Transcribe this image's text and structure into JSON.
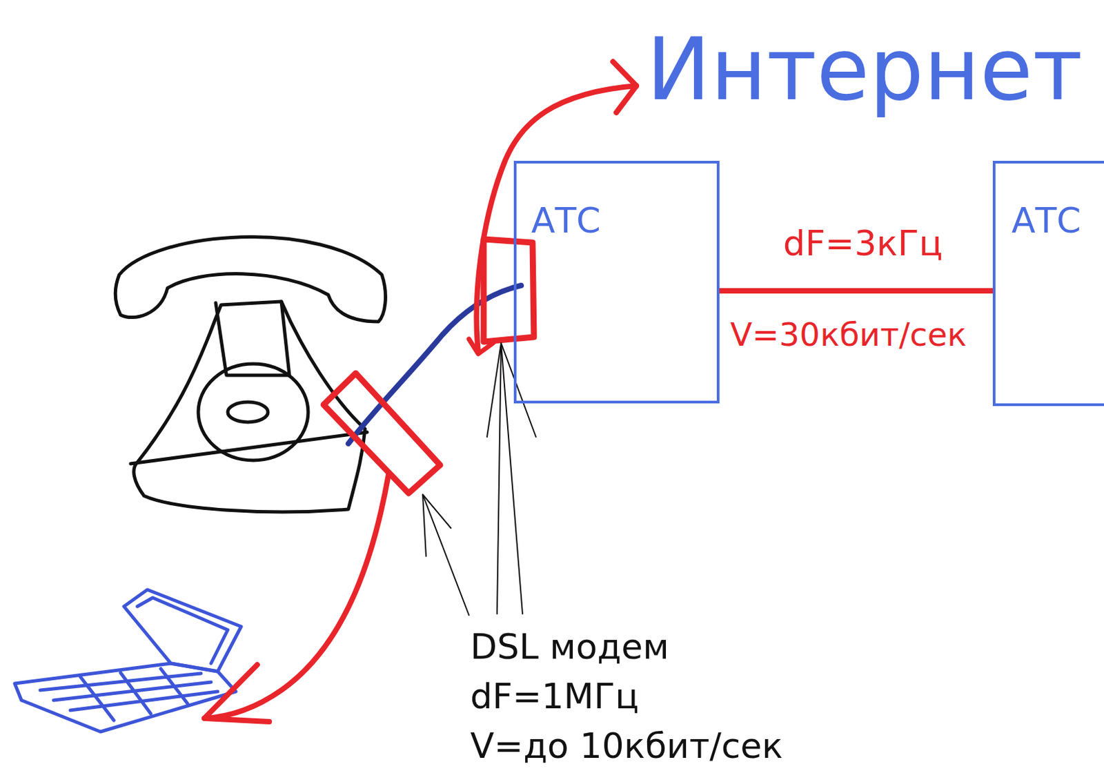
{
  "diagram": {
    "nodes": [
      {
        "text": [
          "АТС"
        ]
      },
      {
        "text": [
          "АТС"
        ]
      }
    ],
    "edges": [
      {
        "from": 0,
        "to": 1,
        "arrow": "none",
        "label": "dF=3кГц"
      }
    ],
    "labels": [
      "Интернет",
      "V=30кбит/сек",
      "DSL модем",
      "dF=1МГц",
      "V=до 10кбит/сек"
    ]
  }
}
